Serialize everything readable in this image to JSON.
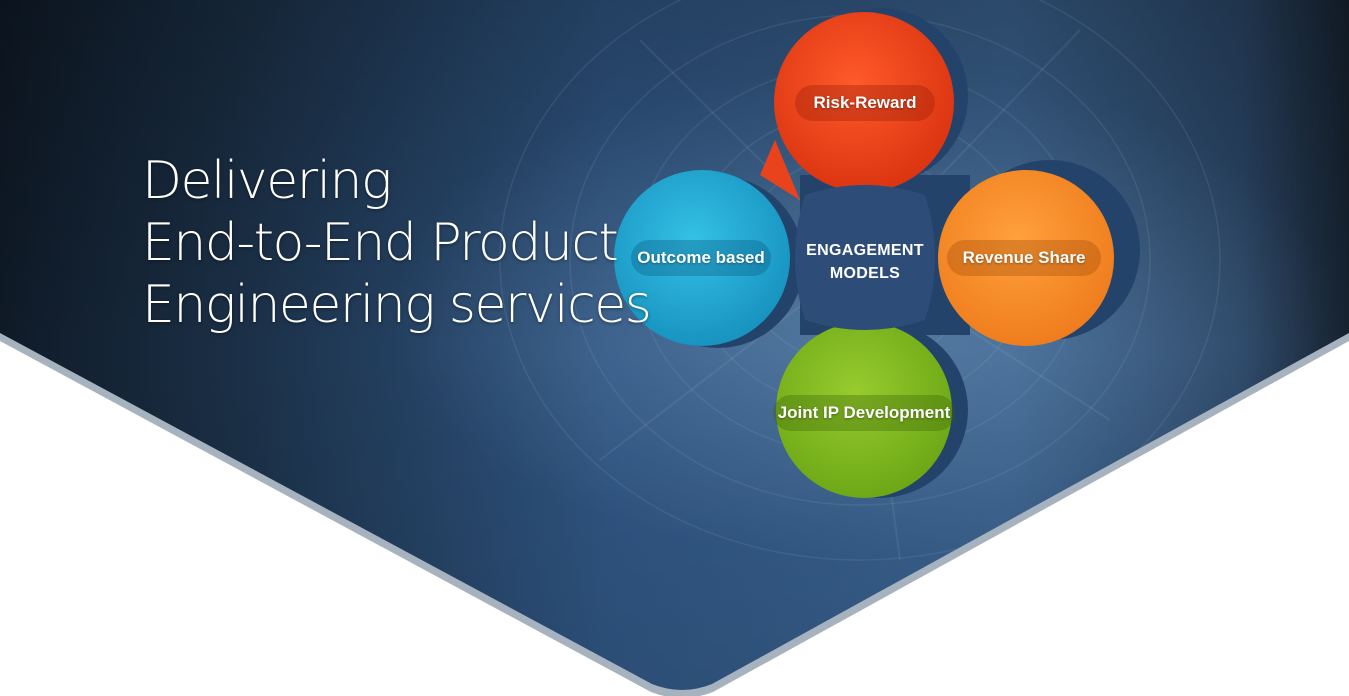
{
  "headline": {
    "line1": "Delivering",
    "line2": "End-to-End Product",
    "line3": "Engineering services"
  },
  "diagram": {
    "center": {
      "line1": "ENGAGEMENT",
      "line2": "MODELS"
    },
    "petals": [
      {
        "label": "Risk-Reward",
        "color": "#e8431c"
      },
      {
        "label": "Revenue Share",
        "color": "#f48a2a"
      },
      {
        "label": "Joint IP Development",
        "color": "#7fb61f"
      },
      {
        "label": "Outcome based",
        "color": "#1fa6cf"
      }
    ],
    "center_color": "#2d4d78"
  },
  "colors": {
    "banner_dark": "#0f1c2b",
    "banner_mid": "#2f5582",
    "banner_light": "#3e6894",
    "border_gray": "#9aa6b3",
    "page_bg": "#ffffff"
  }
}
